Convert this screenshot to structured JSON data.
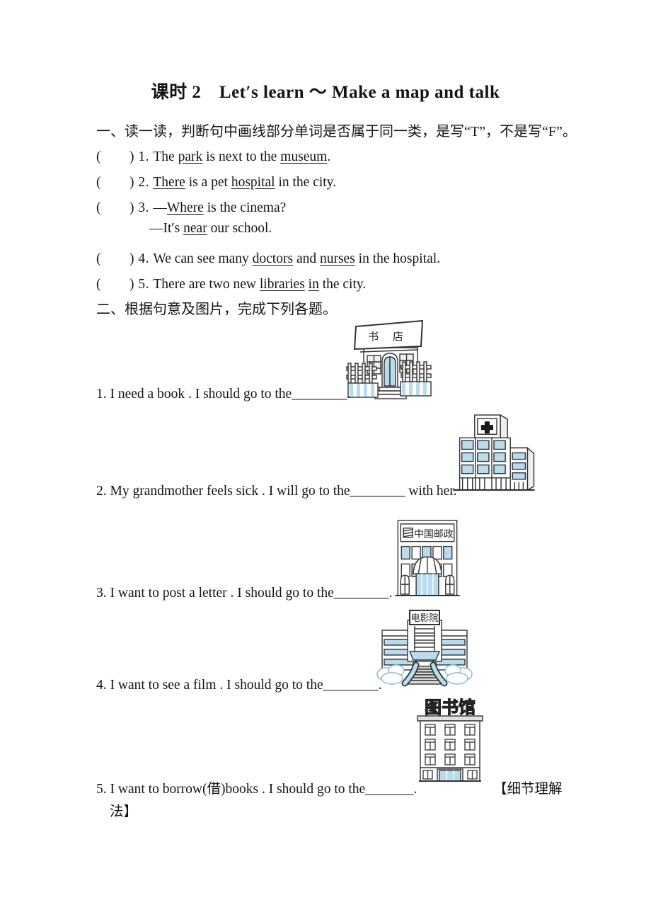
{
  "page": {
    "title": "课时 2　Let′s learn ～ Make a map and talk"
  },
  "section1": {
    "heading": "一、读一读，判断句中画线部分单词是否属于同一类，是写“T”，不是写“F”。",
    "items": [
      {
        "prefix": "(　　) 1. ",
        "segments": [
          {
            "t": "The "
          },
          {
            "t": "park",
            "u": true
          },
          {
            "t": " is next to the "
          },
          {
            "t": "museum",
            "u": true
          },
          {
            "t": "."
          }
        ]
      },
      {
        "prefix": "(　　) 2. ",
        "segments": [
          {
            "t": "There",
            "u": true
          },
          {
            "t": " is a pet "
          },
          {
            "t": "hospital",
            "u": true
          },
          {
            "t": " in the city."
          }
        ]
      },
      {
        "prefix": "(　　) 3. ",
        "segments": [
          {
            "t": "—"
          },
          {
            "t": "Where",
            "u": true
          },
          {
            "t": " is the cinema?"
          }
        ],
        "segments2": [
          {
            "t": "—It′s "
          },
          {
            "t": "near",
            "u": true
          },
          {
            "t": " our school."
          }
        ]
      },
      {
        "prefix": "(　　) 4. ",
        "segments": [
          {
            "t": "We can see many "
          },
          {
            "t": "doctors",
            "u": true
          },
          {
            "t": " and "
          },
          {
            "t": "nurses",
            "u": true
          },
          {
            "t": " in the hospital."
          }
        ]
      },
      {
        "prefix": "(　　) 5. ",
        "segments": [
          {
            "t": "There are two new "
          },
          {
            "t": "libraries",
            "u": true
          },
          {
            "t": " "
          },
          {
            "t": "in",
            "u": true
          },
          {
            "t": " the city."
          }
        ]
      }
    ]
  },
  "section2": {
    "heading": "二、根据句意及图片，完成下列各题。",
    "items": [
      {
        "text": "1. I need a book . I should go to the________."
      },
      {
        "text": "2. My grandmother feels sick . I will go to the________ with her."
      },
      {
        "text": "3. I want to post a letter . I should go to the________."
      },
      {
        "text": "4. I want to see a film . I should go to the________."
      },
      {
        "text": "5. I want to borrow(借)books . I should go to the_______."
      }
    ],
    "note": {
      "line1": "【细节理解",
      "line2": "法】"
    },
    "illustrations": {
      "bookstore_sign": "书 店",
      "post_office_sign": "中国邮政",
      "cinema_sign": "电影院",
      "library_sign": "图书馆"
    }
  }
}
